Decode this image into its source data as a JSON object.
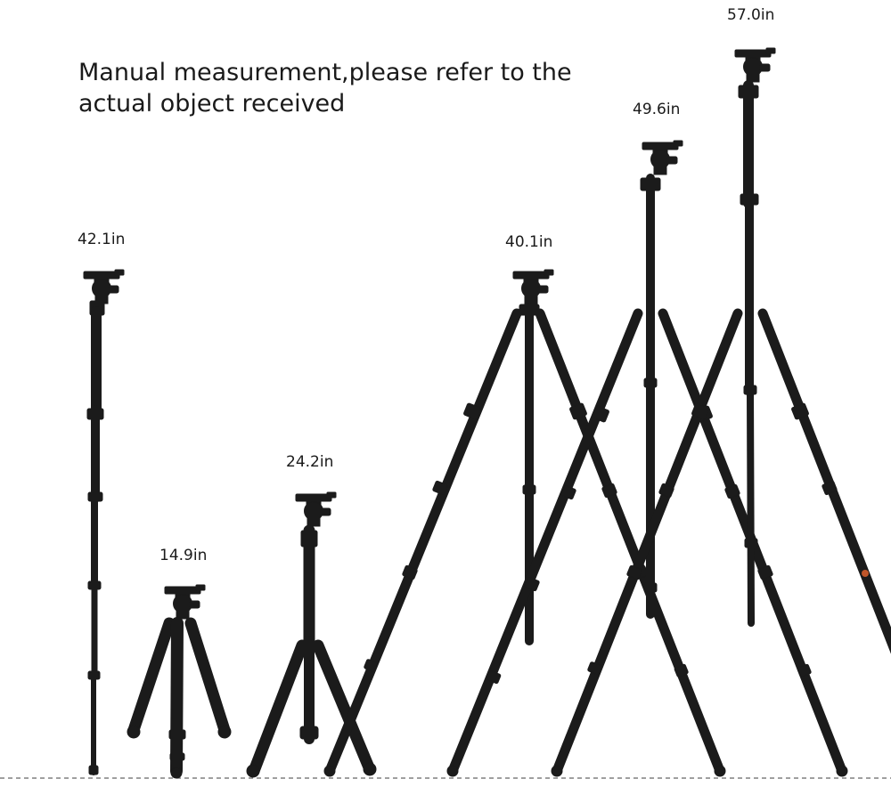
{
  "note": {
    "line1": "Manual measurement,please refer to the",
    "line2": "actual object received"
  },
  "height_labels": [
    "42.1in",
    "14.9in",
    "24.2in",
    "40.1in",
    "49.6in",
    "57.0in"
  ],
  "colors": {
    "background": "#ffffff",
    "tripod": "#1b1b1b",
    "text": "#1a1a1a",
    "ground_line": "#666666",
    "accent_knob": "#c0562a"
  }
}
